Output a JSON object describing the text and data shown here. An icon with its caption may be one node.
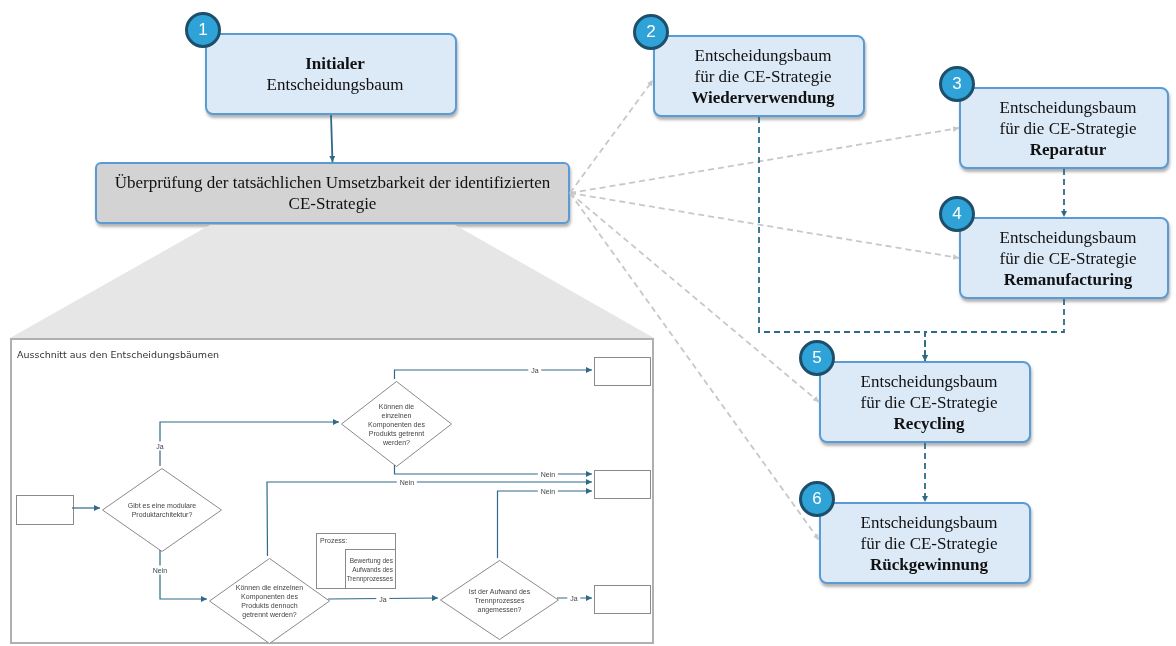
{
  "diagram": {
    "nodes": [
      {
        "text": [
          "**Initialer** Entscheidungsbaum"
        ],
        "beside": [
          "1"
        ]
      },
      {
        "text": [
          "Überprüfung der tatsächlichen Umsetzbarkeit der identifizierten CE-Strategie"
        ]
      },
      {
        "text": [
          "Entscheidungsbaum für die CE-Strategie **Wiederverwendung**"
        ],
        "beside": [
          "2"
        ]
      },
      {
        "text": [
          "Entscheidungsbaum für die CE-Strategie **Reparatur**"
        ],
        "beside": [
          "3"
        ]
      },
      {
        "text": [
          "Entscheidungsbaum für die CE-Strategie **Remanufacturing**"
        ],
        "beside": [
          "4"
        ]
      },
      {
        "text": [
          "Entscheidungsbaum für die CE-Strategie **Recycling**"
        ],
        "beside": [
          "5"
        ]
      },
      {
        "text": [
          "Entscheidungsbaum für die CE-Strategie **Rückgewinnung**"
        ],
        "beside": [
          "6"
        ]
      },
      {
        "text": [
          "Ausschnitt aus den Entscheidungsbäumen"
        ]
      },
      {
        "text": [],
        "shape": "box",
        "in": 7
      },
      {
        "text": [
          "Gibt es eine modulare Produktarchitektur?"
        ],
        "in": 7
      },
      {
        "text": [
          "Können die einzelnen Komponenten des Produkts getrennt werden?"
        ],
        "in": 7
      },
      {
        "text": [
          "Können die einzelnen Komponenten des Produkts dennoch getrennt werden?"
        ],
        "in": 7
      },
      {
        "text": [
          "Prozess:"
        ],
        "in": 7
      },
      {
        "text": [
          "Bewertung des Aufwands des Trennprozesses"
        ],
        "in": 12
      },
      {
        "text": [
          "Ist der Aufwand des Trennprozesses angemessen?"
        ],
        "in": 7
      },
      {
        "text": [],
        "shape": "box",
        "in": 7
      },
      {
        "text": [],
        "shape": "box",
        "in": 7
      },
      {
        "text": [],
        "shape": "box",
        "in": 7
      },
      {
        "text": [],
        "shape": "trapezoid"
      }
    ],
    "edges": [
      {
        "from": 0,
        "to": 1,
        "arrow": "to"
      },
      {
        "from": 1,
        "to": 2,
        "arrow": "to",
        "style": "dashed",
        "color": "#c8c8c8"
      },
      {
        "from": 1,
        "to": 3,
        "arrow": "to",
        "style": "dashed",
        "color": "#c8c8c8"
      },
      {
        "from": 1,
        "to": 4,
        "arrow": "to",
        "style": "dashed",
        "color": "#c8c8c8"
      },
      {
        "from": 1,
        "to": 5,
        "arrow": "to",
        "style": "dashed",
        "color": "#c8c8c8"
      },
      {
        "from": 1,
        "to": 6,
        "arrow": "to",
        "style": "dashed",
        "color": "#c8c8c8"
      },
      {
        "from": 2,
        "to": 5,
        "arrow": "to",
        "style": "dashed"
      },
      {
        "from": 4,
        "to": 5,
        "arrow": "to",
        "style": "dashed"
      },
      {
        "from": 3,
        "to": 4,
        "arrow": "to",
        "style": "dashed"
      },
      {
        "from": 5,
        "to": 6,
        "arrow": "to",
        "style": "dashed"
      },
      {
        "from": 8,
        "to": 9,
        "arrow": "to"
      },
      {
        "from": 9,
        "to": 10,
        "arrow": "to",
        "label": "Ja"
      },
      {
        "from": 9,
        "to": 11,
        "arrow": "to",
        "label": "Nein"
      },
      {
        "from": 10,
        "to": 15,
        "arrow": "to",
        "label": "Ja"
      },
      {
        "from": 10,
        "to": 16,
        "arrow": "to",
        "label": "Nein"
      },
      {
        "from": 11,
        "to": 16,
        "arrow": "to",
        "label": "Nein"
      },
      {
        "from": 14,
        "to": 16,
        "arrow": "to",
        "label": "Nein"
      },
      {
        "from": 11,
        "to": 14,
        "arrow": "to",
        "label": "Ja"
      },
      {
        "from": 14,
        "to": 17,
        "arrow": "to",
        "label": "Ja"
      }
    ]
  }
}
